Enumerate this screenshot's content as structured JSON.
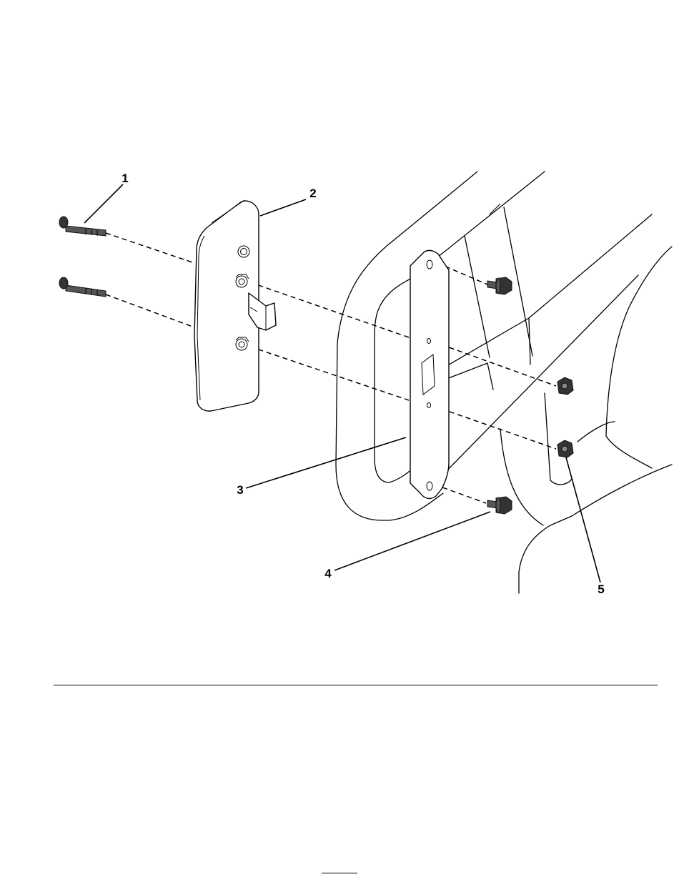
{
  "diagram": {
    "callouts": [
      "1",
      "2",
      "3",
      "4",
      "5"
    ]
  }
}
